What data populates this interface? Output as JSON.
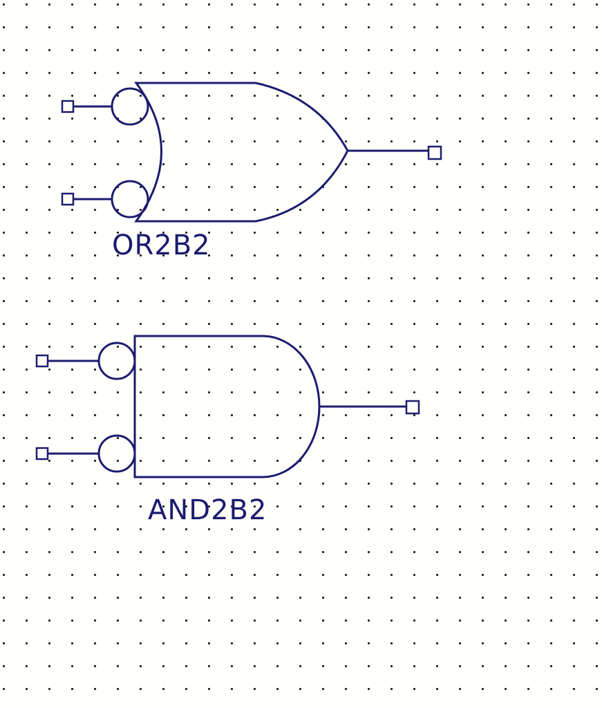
{
  "schematic": {
    "gates": [
      {
        "type": "or",
        "label": "OR2B2",
        "inverted_inputs": 2,
        "icon": "or-gate-icon"
      },
      {
        "type": "and",
        "label": "AND2B2",
        "inverted_inputs": 2,
        "icon": "and-gate-icon"
      }
    ],
    "colors": {
      "line": "#1b1b6e",
      "grid_dot": "#1a1a1a",
      "background": "#fffffb"
    }
  }
}
